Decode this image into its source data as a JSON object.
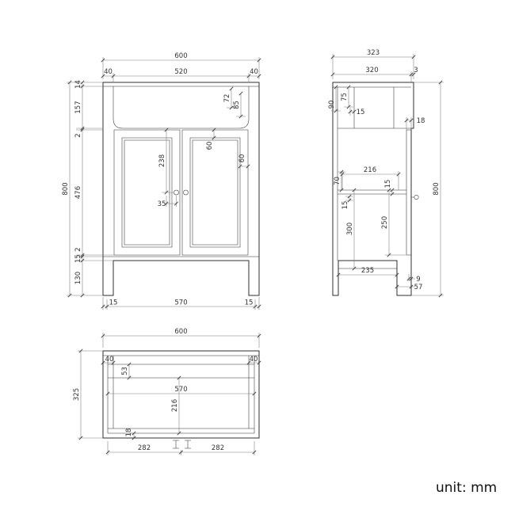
{
  "unit_label": "unit: mm",
  "front": {
    "width": "600",
    "seg40l": "40",
    "seg520": "520",
    "seg40r": "40",
    "height": "800",
    "s14": "14",
    "s157": "157",
    "s2a": "2",
    "s476": "476",
    "s2b": "2",
    "s15": "15",
    "s130": "130",
    "d72": "72",
    "d85": "85",
    "rail60": "60",
    "stile60": "60",
    "d238": "238",
    "d35": "35",
    "b15l": "15",
    "b570": "570",
    "b15r": "15"
  },
  "side": {
    "width": "323",
    "body320": "320",
    "lip3": "3",
    "height": "800",
    "d75": "75",
    "d90": "90",
    "t15": "15",
    "door18": "18",
    "d70": "70",
    "d216": "216",
    "shelf15": "15",
    "l15": "15",
    "d300": "300",
    "d250": "250",
    "d235": "235",
    "d9": "9",
    "d57": "57"
  },
  "plan": {
    "width": "600",
    "s40l": "40",
    "s40r": "40",
    "depth": "325",
    "d53": "53",
    "d570": "570",
    "d216": "216",
    "d18": "18",
    "f282l": "282",
    "f282r": "282"
  }
}
